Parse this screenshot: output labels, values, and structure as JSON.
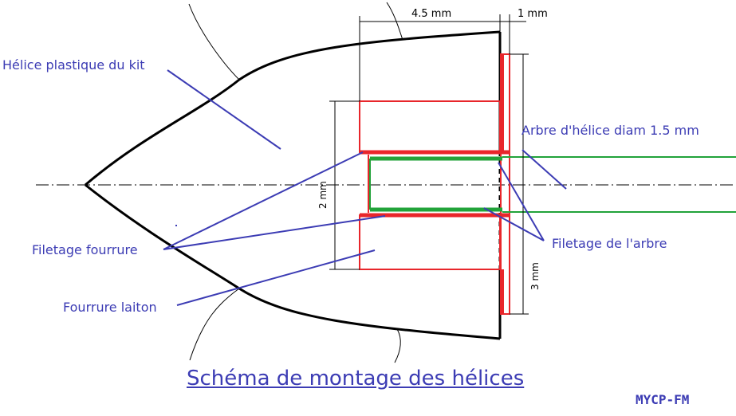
{
  "labels": {
    "helice_plastique": "Hélice plastique du kit",
    "arbre_helice": "Arbre d'hélice diam 1.5 mm",
    "filetage_fourrure": "Filetage fourrure",
    "filetage_arbre": "Filetage de l'arbre",
    "fourrure_laiton": "Fourrure laiton"
  },
  "dimensions": {
    "length_4_5": "4.5 mm",
    "length_1": "1 mm",
    "height_2": "2 mm",
    "height_3": "3 mm"
  },
  "title": "Schéma de montage des hélices",
  "signature": "MYCP-FM",
  "colors": {
    "label_blue": "#3c3cb4",
    "bushing_red": "#e8262b",
    "shaft_green": "#22a33a",
    "outline_black": "#000000"
  }
}
